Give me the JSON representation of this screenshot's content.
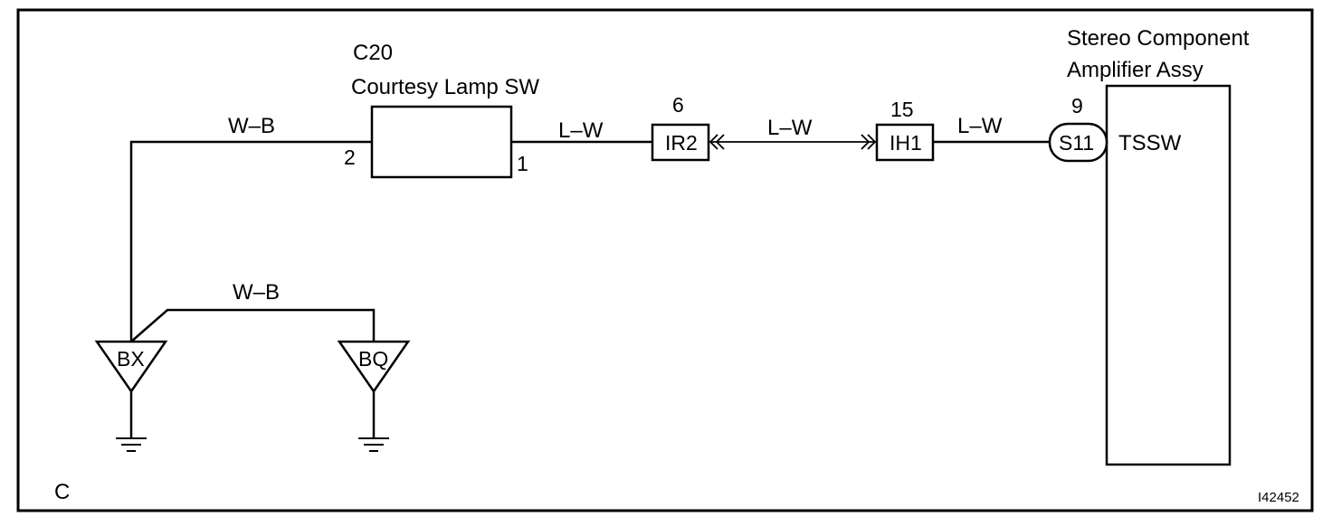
{
  "diagram": {
    "section_letter": "C",
    "figure_id": "I42452",
    "courtesy_switch": {
      "code": "C20",
      "name": "Courtesy Lamp SW",
      "pin_left": "2",
      "pin_right": "1"
    },
    "amplifier": {
      "name_line1": "Stereo Component",
      "name_line2": "Amplifier Assy",
      "connector": "S11",
      "pin": "9",
      "terminal": "TSSW"
    },
    "junctions": [
      {
        "code": "IR2",
        "pin": "6"
      },
      {
        "code": "IH1",
        "pin": "15"
      }
    ],
    "wires": {
      "switch_ground": "W–B",
      "switch_to_ir2": "L–W",
      "ir2_to_ih1": "L–W",
      "ih1_to_amp": "L–W",
      "ground_link": "W–B"
    },
    "grounds": [
      {
        "code": "BX"
      },
      {
        "code": "BQ"
      }
    ]
  }
}
